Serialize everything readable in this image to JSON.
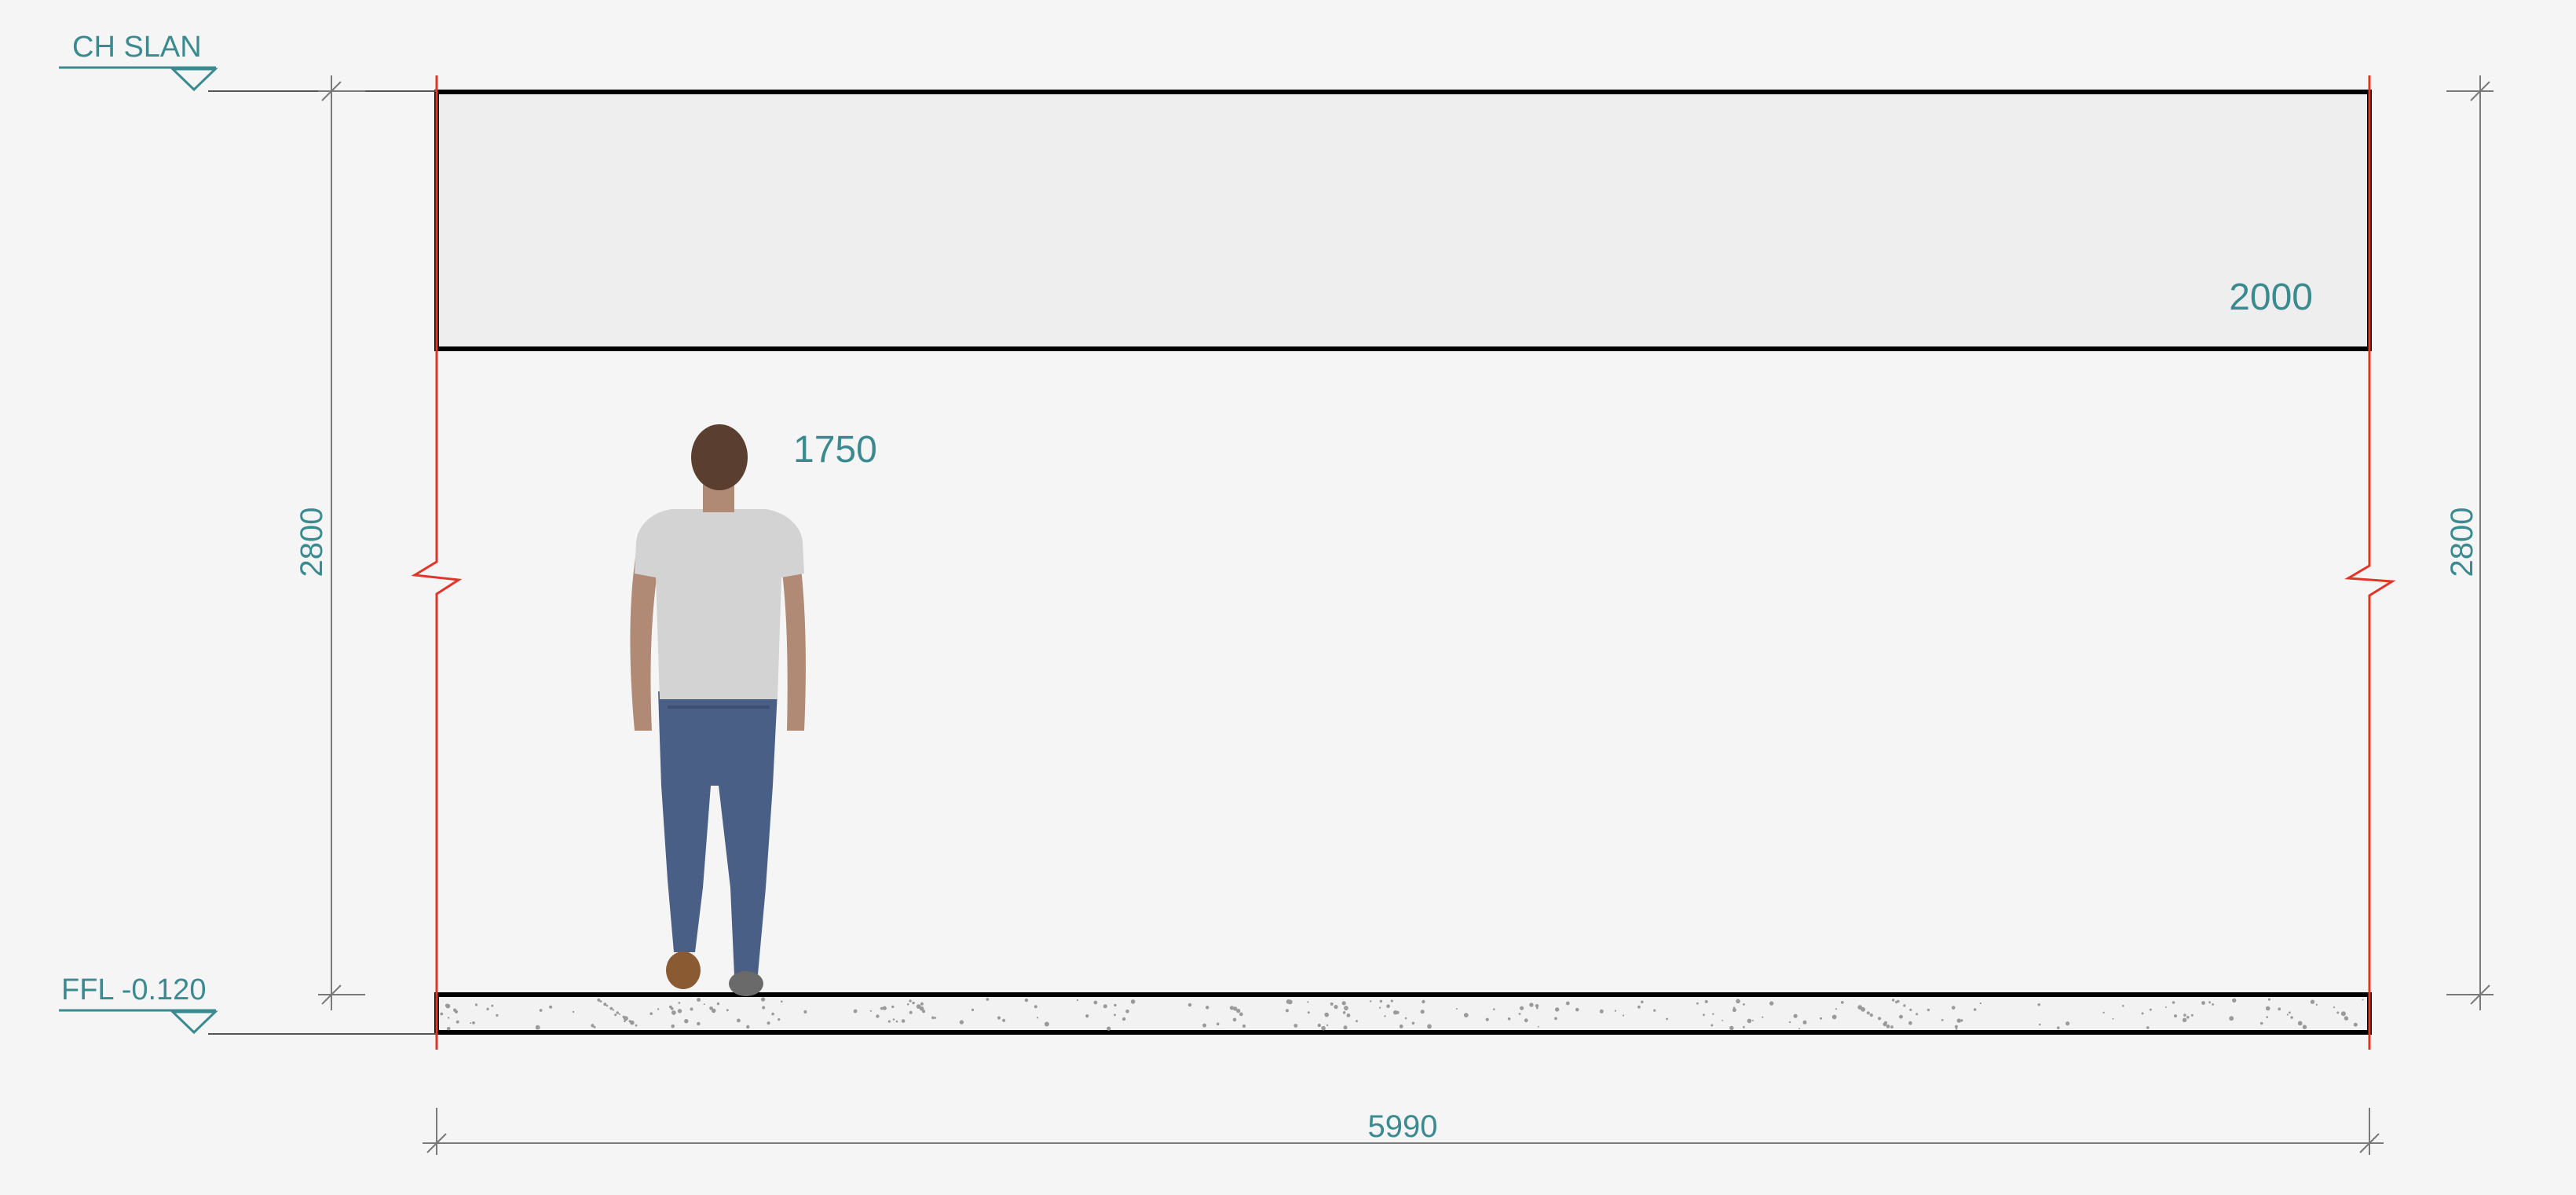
{
  "levels": {
    "top": {
      "name": "CH SLAN"
    },
    "bottom": {
      "name": "FFL -0.120"
    }
  },
  "dimensions": {
    "height_left": "2800",
    "height_right": "2800",
    "width": "5990"
  },
  "annotations": {
    "upper_panel_height": "2000",
    "person_height": "1750"
  },
  "colors": {
    "label": "#3a8a8f",
    "break_line": "#e0362a",
    "outline": "#000000",
    "dimension_line": "#7a7a7a",
    "upper_panel_fill": "#eeeeee",
    "background": "#f5f5f5"
  },
  "icons": {
    "level_marker": "level-triangle-icon",
    "break_symbol": "break-line-icon",
    "person": "person-scale-figure-icon"
  }
}
